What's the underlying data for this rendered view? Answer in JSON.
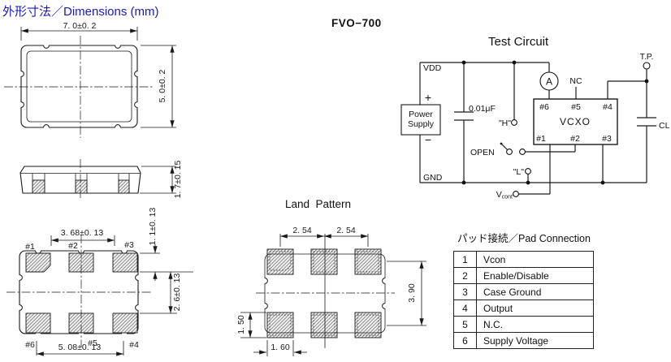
{
  "colors": {
    "title_blue": "#1a1ab8",
    "line_black": "#1a1a1a"
  },
  "header": {
    "dimensions_title": "外形寸法／Dimensions (mm)",
    "part_number": "FVO−700"
  },
  "outline": {
    "top_view": {
      "dim_width": "7. 0±0. 2",
      "dim_height": "5. 0±0. 2"
    },
    "side_view": {
      "dim_thickness": "1. 7±0. 15"
    },
    "bottom_view": {
      "dim_inner_span": "3. 68±0. 13",
      "dim_pad_height": "1. 1±0. 13",
      "dim_row_gap": "2. 6±0. 13",
      "dim_outer_span": "5. 08±0. 13",
      "pad_labels": {
        "p1": "#1",
        "p2": "#2",
        "p3": "#3",
        "p4": "#4",
        "p5": "#5",
        "p6": "#6"
      }
    }
  },
  "land_pattern": {
    "title": "Land  Pattern",
    "dim_pitch_left": "2. 54",
    "dim_pitch_right": "2. 54",
    "dim_vertical_pitch": "3. 90",
    "dim_pad_height": "1. 50",
    "dim_pad_width": "1. 60"
  },
  "test_circuit": {
    "title": "Test Circuit",
    "power_supply": {
      "line1": "Power",
      "line2": "Supply",
      "plus": "+",
      "minus": "−"
    },
    "rails": {
      "vdd": "VDD",
      "gnd": "GND"
    },
    "capacitor_value": "0.01μF",
    "level_high": "\"H\"",
    "level_low": "\"L\"",
    "switch_label": "OPEN",
    "vcont_main": "V",
    "vcont_sub": "cont",
    "ammeter": "A",
    "nc": "NC",
    "dut": "VCXO",
    "test_point": "T.P.",
    "load_cap": "CL",
    "pins": {
      "p1": "#1",
      "p2": "#2",
      "p3": "#3",
      "p4": "#4",
      "p5": "#5",
      "p6": "#6"
    }
  },
  "pad_connection": {
    "title": "パッド接続／Pad Connection",
    "rows": [
      {
        "no": "1",
        "function": "Vcon"
      },
      {
        "no": "2",
        "function": "Enable/Disable"
      },
      {
        "no": "3",
        "function": "Case Ground"
      },
      {
        "no": "4",
        "function": "Output"
      },
      {
        "no": "5",
        "function": "N.C."
      },
      {
        "no": "6",
        "function": "Supply Voltage"
      }
    ]
  }
}
